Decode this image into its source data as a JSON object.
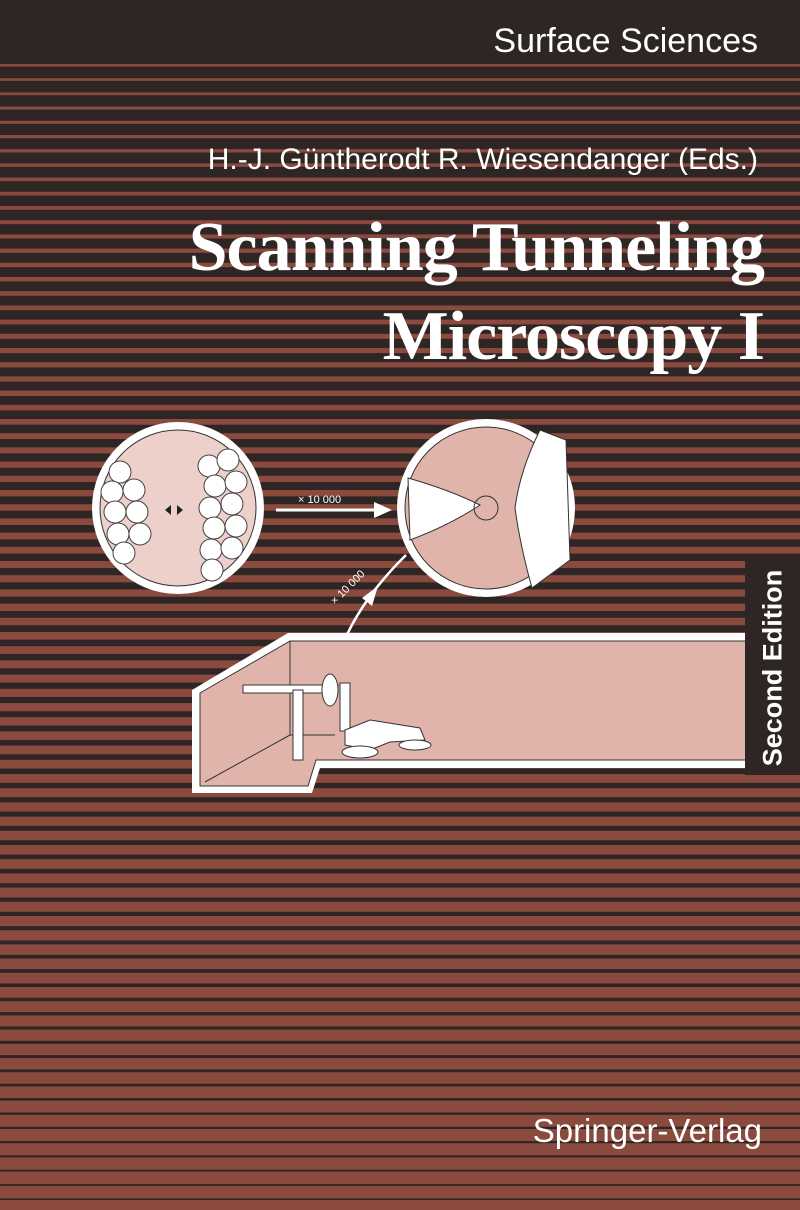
{
  "series": "Surface Sciences",
  "editors": "H.-J. Güntherodt  R. Wiesendanger (Eds.)",
  "title_line1": "Scanning Tunneling",
  "title_line2": "Microscopy I",
  "edition": "Second Edition",
  "magnification_1": "× 10 000",
  "magnification_2": "× 10 000",
  "publisher": "Springer-Verlag",
  "colors": {
    "dark": "#2e2624",
    "red": "#8a4a3e",
    "pink": "#e0b4aa",
    "white": "#ffffff"
  }
}
